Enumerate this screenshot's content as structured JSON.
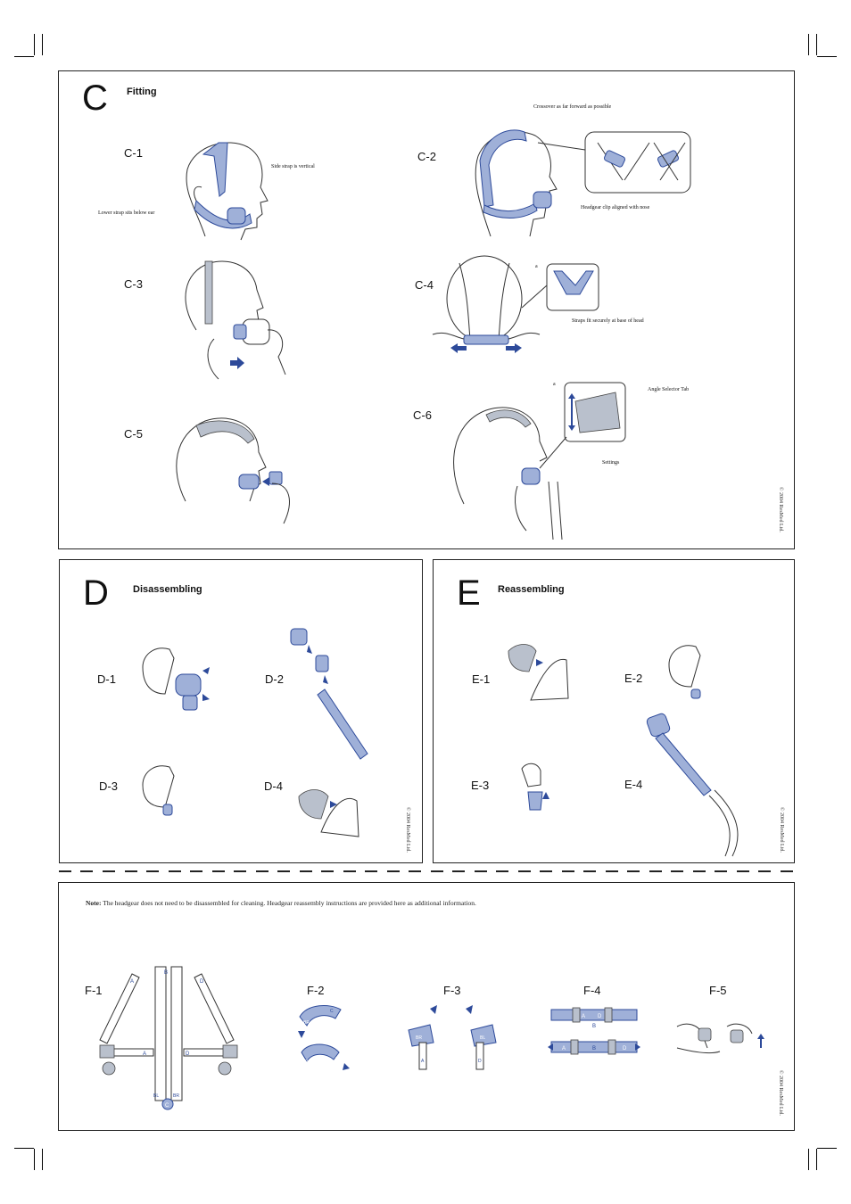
{
  "sections": {
    "c": {
      "letter": "C",
      "title": "Fitting"
    },
    "d": {
      "letter": "D",
      "title": "Disassembling"
    },
    "e": {
      "letter": "E",
      "title": "Reassembling"
    }
  },
  "steps": {
    "c1": "C-1",
    "c2": "C-2",
    "c3": "C-3",
    "c4": "C-4",
    "c5": "C-5",
    "c6": "C-6",
    "d1": "D-1",
    "d2": "D-2",
    "d3": "D-3",
    "d4": "D-4",
    "e1": "E-1",
    "e2": "E-2",
    "e3": "E-3",
    "e4": "E-4",
    "f1": "F-1",
    "f2": "F-2",
    "f3": "F-3",
    "f4": "F-4",
    "f5": "F-5"
  },
  "captions": {
    "side_strap": "Side strap is vertical",
    "lower_strap": "Lower strap sits below ear",
    "crossover": "Crossover as far forward as possible",
    "headgear_clip": "Headgear clip aligned with nose",
    "straps_fit": "Straps fit securely at base of head",
    "angle_tab": "Angle Selector Tab",
    "settings": "Settings",
    "a": "a",
    "b": "b"
  },
  "strap_letters": {
    "a": "A",
    "b": "B",
    "c": "C",
    "d": "D",
    "bl": "BL",
    "br": "BR"
  },
  "copyright": "© 2004 ResMed Ltd.",
  "note": {
    "label": "Note:",
    "text": " The headgear does not need to be disassembled for cleaning. Headgear reassembly instructions are provided here as additional information."
  },
  "colors": {
    "blue": "#2d4a9a",
    "light_blue": "#9fb0d8"
  }
}
